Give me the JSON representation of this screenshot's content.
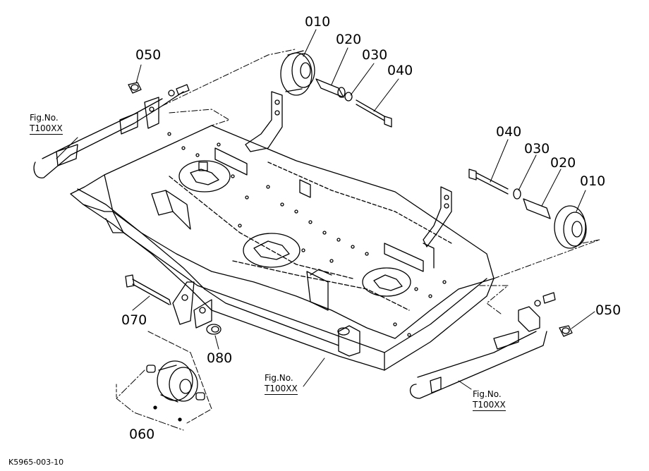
{
  "diagram_code": "K5965-003-10",
  "part_labels": {
    "p010_top": "010",
    "p020_top": "020",
    "p030_top": "030",
    "p040_top": "040",
    "p050_left": "050",
    "p040_right": "040",
    "p030_right": "030",
    "p020_right": "020",
    "p010_right": "010",
    "p050_right": "050",
    "p070": "070",
    "p080": "080",
    "p060": "060"
  },
  "figure_refs": {
    "left": {
      "line1": "Fig.No.",
      "line2": "T100XX"
    },
    "center": {
      "line1": "Fig.No.",
      "line2": "T100XX"
    },
    "right": {
      "line1": "Fig.No.",
      "line2": "T100XX"
    }
  }
}
